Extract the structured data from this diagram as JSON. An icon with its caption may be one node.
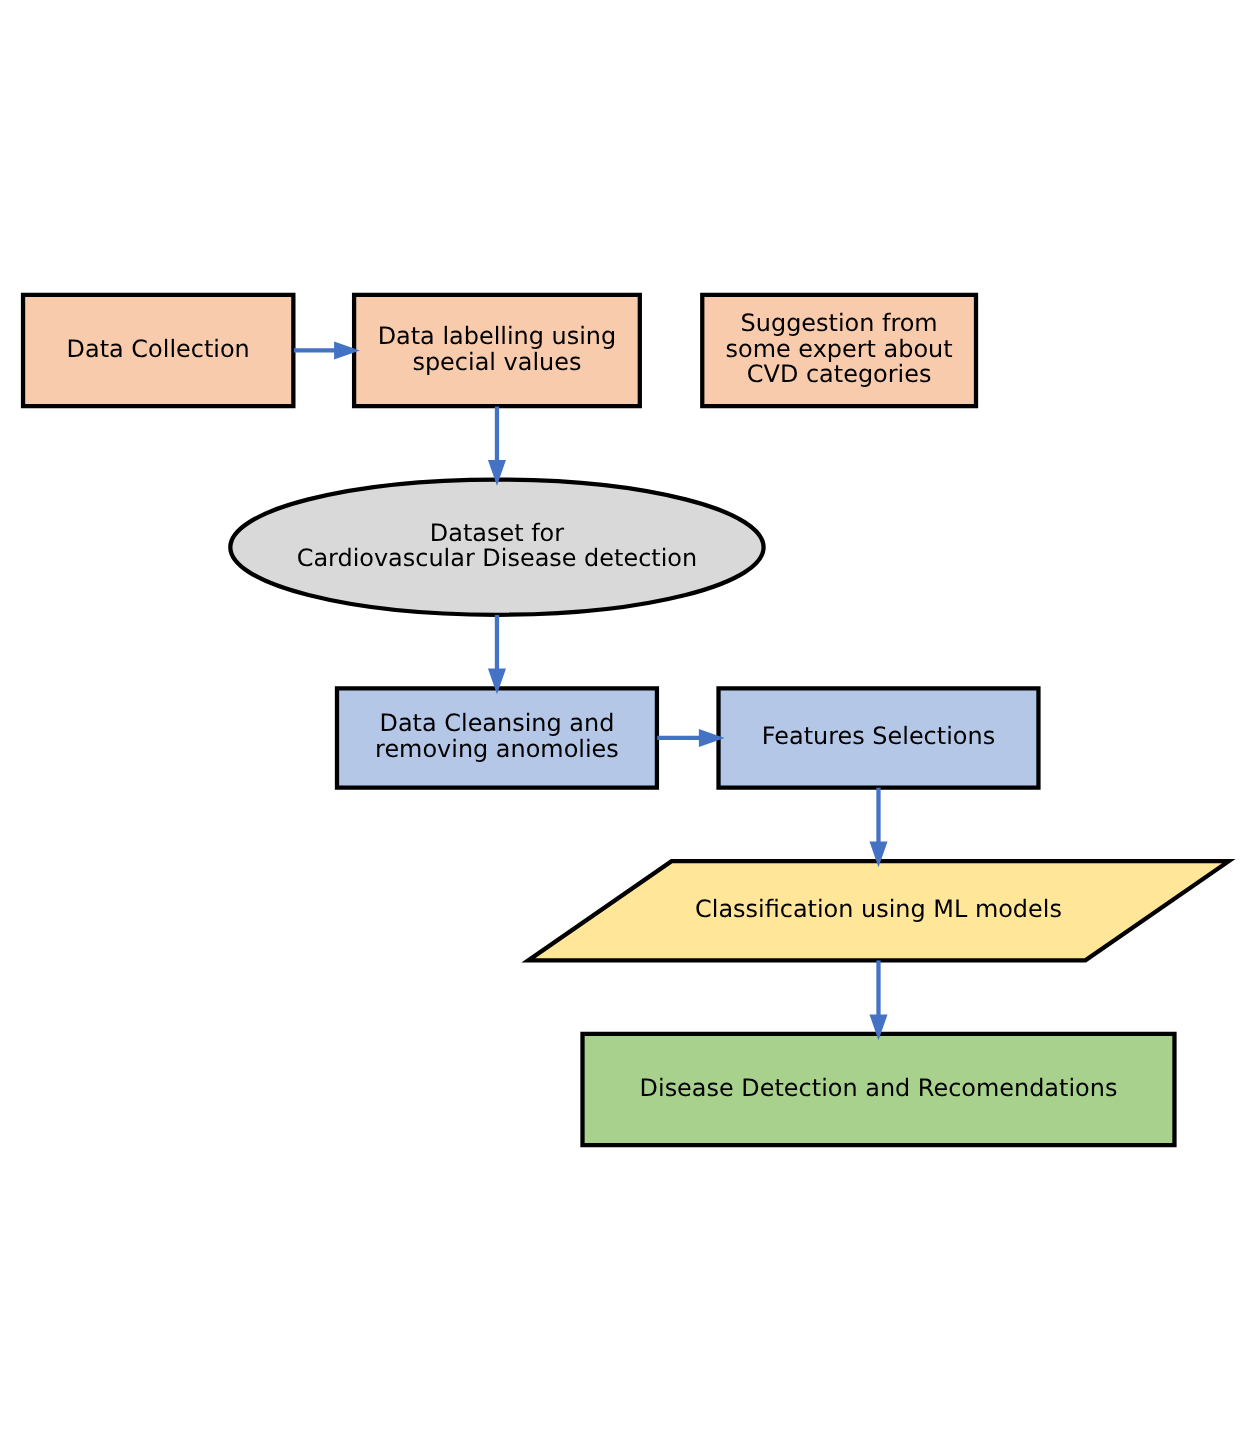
{
  "diagram": {
    "nodes": [
      {
        "text": [
          "Data Collection"
        ]
      },
      {
        "text": [
          "Data labelling using special values"
        ]
      },
      {
        "text": [
          "Suggestion from some expert about CVD categories"
        ]
      },
      {
        "text": [
          "Dataset for Cardiovascular Disease detection"
        ]
      },
      {
        "text": [
          "Data Cleansing and removing anomolies"
        ]
      },
      {
        "text": [
          "Features Selections"
        ]
      },
      {
        "text": [
          "Classification using ML models"
        ]
      },
      {
        "text": [
          "Disease Detection and Recomendations"
        ]
      }
    ],
    "edges": [
      {
        "from": 0,
        "to": 1,
        "arrow": "to"
      },
      {
        "from": 1,
        "to": 3,
        "arrow": "to"
      },
      {
        "from": 3,
        "to": 4,
        "arrow": "to"
      },
      {
        "from": 4,
        "to": 5,
        "arrow": "to"
      },
      {
        "from": 5,
        "to": 6,
        "arrow": "to"
      },
      {
        "from": 6,
        "to": 7,
        "arrow": "to"
      }
    ]
  }
}
